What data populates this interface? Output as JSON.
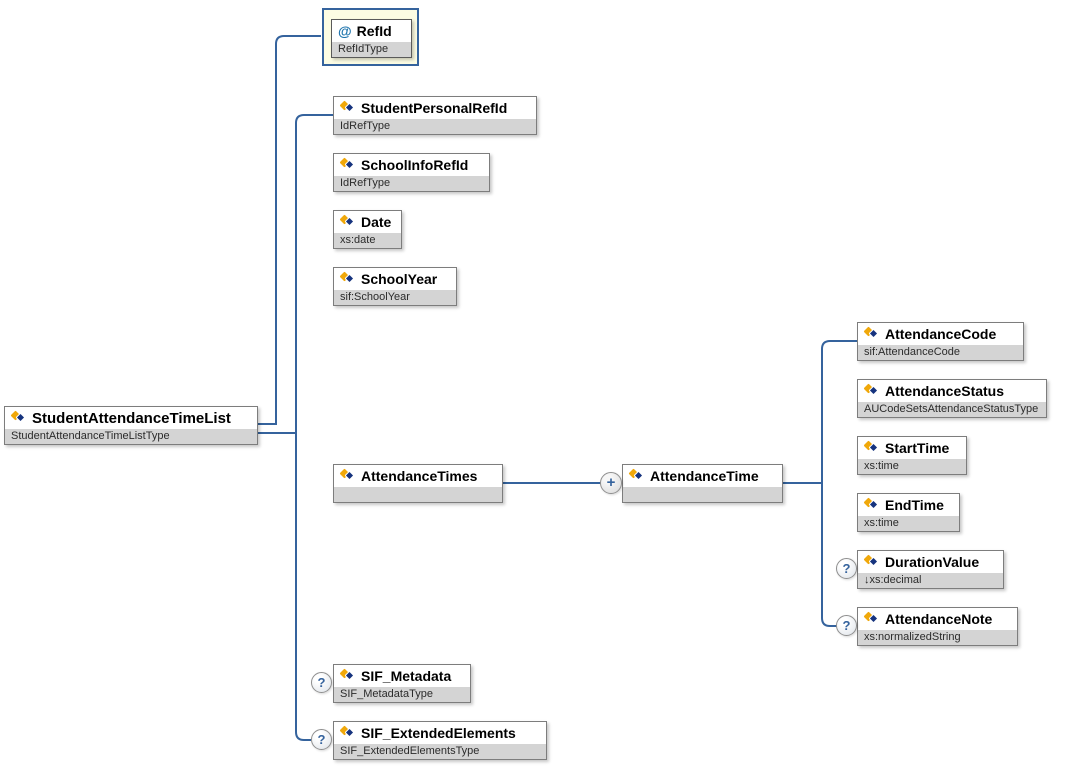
{
  "diagram": {
    "root": {
      "label": "StudentAttendanceTimeList",
      "type": "StudentAttendanceTimeListType"
    },
    "attribute": {
      "at_symbol": "@",
      "label": "RefId",
      "type": "RefIdType"
    },
    "children": [
      {
        "label": "StudentPersonalRefId",
        "type": "IdRefType"
      },
      {
        "label": "SchoolInfoRefId",
        "type": "IdRefType"
      },
      {
        "label": "Date",
        "type": "xs:date"
      },
      {
        "label": "SchoolYear",
        "type": "sif:SchoolYear"
      },
      {
        "label": "AttendanceTimes",
        "type": ""
      },
      {
        "label": "SIF_Metadata",
        "type": "SIF_MetadataType"
      },
      {
        "label": "SIF_ExtendedElements",
        "type": "SIF_ExtendedElementsType"
      }
    ],
    "sequence": {
      "plus_symbol": "+",
      "node": {
        "label": "AttendanceTime",
        "type": ""
      }
    },
    "grandchildren": [
      {
        "label": "AttendanceCode",
        "type": "sif:AttendanceCode"
      },
      {
        "label": "AttendanceStatus",
        "type": "AUCodeSetsAttendanceStatusType"
      },
      {
        "label": "StartTime",
        "type": "xs:time"
      },
      {
        "label": "EndTime",
        "type": "xs:time"
      },
      {
        "label": "DurationValue",
        "type": "↓xs:decimal"
      },
      {
        "label": "AttendanceNote",
        "type": "xs:normalizedString"
      }
    ],
    "optional_symbol": "?"
  },
  "colors": {
    "connector": "#35639d",
    "box_border": "#7d7d7d",
    "type_band": "#d4d4d4",
    "attribute_bg": "#fcfce3",
    "attribute_border": "#35639d",
    "icon_gold": "#f0a80a",
    "icon_navy": "#16337e"
  }
}
